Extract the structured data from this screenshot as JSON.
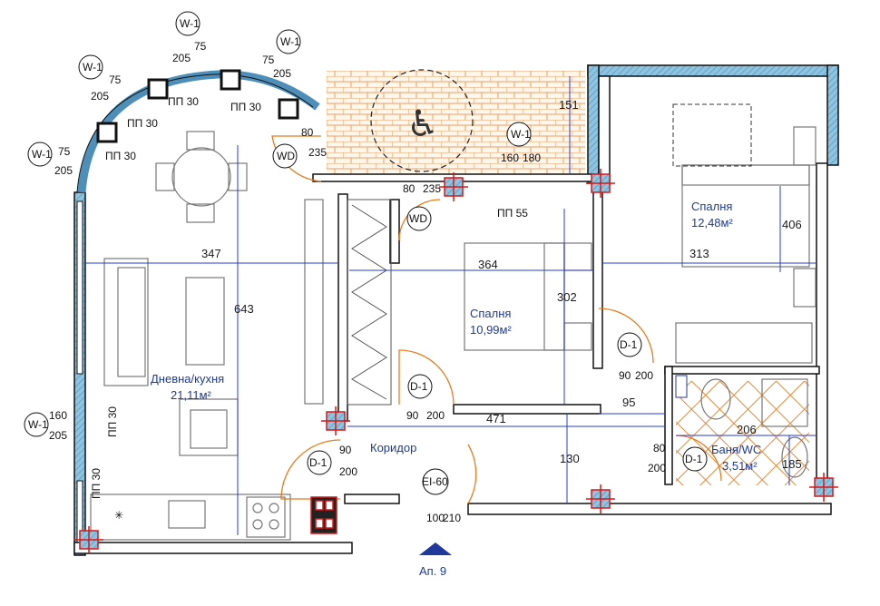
{
  "rooms": {
    "living": {
      "name": "Дневна/кухня",
      "area": "21,11м²"
    },
    "bedroom1": {
      "name": "Спалня",
      "area": "10,99м²"
    },
    "bedroom2": {
      "name": "Спалня",
      "area": "12,48м²"
    },
    "bath": {
      "name": "Баня/WC",
      "area": "3,51м²"
    },
    "corridor": {
      "name": "Коридор"
    }
  },
  "window_tags": [
    {
      "code": "W-1",
      "w": "75",
      "h": "205"
    },
    {
      "code": "W-1",
      "w": "75",
      "h": "205"
    },
    {
      "code": "W-1",
      "w": "75",
      "h": "205"
    },
    {
      "code": "W-1",
      "w": "75",
      "h": "205"
    },
    {
      "code": "W-1",
      "w": "160",
      "h": "205"
    },
    {
      "code": "W-1",
      "w": "160",
      "h": "180"
    }
  ],
  "sill_labels": [
    "ПП 30",
    "ПП 30",
    "ПП 30",
    "ПП 30",
    "ПП 30",
    "ПП 30",
    "ПП 55"
  ],
  "door_tags": [
    {
      "code": "WD",
      "w": "80",
      "h": "235"
    },
    {
      "code": "WD",
      "w": "80",
      "h": "235"
    },
    {
      "code": "D-1",
      "w": "90",
      "h": "200"
    },
    {
      "code": "D-1",
      "w": "90",
      "h": "200"
    },
    {
      "code": "D-1",
      "w": "90",
      "h": "200"
    },
    {
      "code": "D-1",
      "w": "80",
      "h": "200"
    },
    {
      "code": "EI-60",
      "w": "100",
      "h": "210"
    }
  ],
  "dimensions": {
    "living_width": "347",
    "living_height": "643",
    "bed1_width": "364",
    "bed1_height": "302",
    "bed2_width": "313",
    "bed2_height": "406",
    "corridor_width": "471",
    "corridor_height": "130",
    "bath_width": "206",
    "bath_height": "185",
    "balcony_depth": "151",
    "door_offset": "95"
  },
  "entrance": {
    "label": "Ап. 9"
  },
  "colors": {
    "wall": "#7fb6d6",
    "dimension": "#2a3cc8",
    "door": "#e87c1e",
    "marker": "#d81818",
    "text": "#1f3a9a"
  }
}
